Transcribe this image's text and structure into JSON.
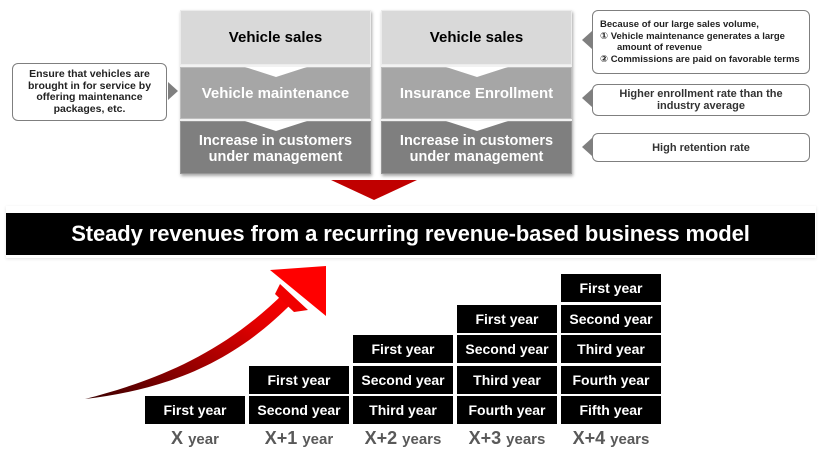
{
  "flow": {
    "columns": [
      {
        "top": "Vehicle sales",
        "middle": "Vehicle maintenance",
        "bottom_line1": "Increase in customers",
        "bottom_line2": "under management"
      },
      {
        "top": "Vehicle sales",
        "middle": "Insurance Enrollment",
        "bottom_line1": "Increase in customers",
        "bottom_line2": "under management"
      }
    ]
  },
  "callouts": {
    "left": {
      "lines": [
        "Ensure that vehicles are",
        "brought in for service by",
        "offering maintenance",
        "packages, etc."
      ]
    },
    "right_top": {
      "intro": "Because of our large sales volume,",
      "item1_mark": "①",
      "item1_line1": "Vehicle maintenance generates a large",
      "item1_line2": "amount of revenue",
      "item2_mark": "②",
      "item2": "Commissions are paid on favorable terms"
    },
    "right_middle": {
      "line1": "Higher enrollment rate than the",
      "line2": "industry average"
    },
    "right_bottom": {
      "text": "High retention rate"
    }
  },
  "banner": {
    "text": "Steady revenues from a recurring revenue-based business model"
  },
  "stacks": [
    {
      "label_main": "X",
      "label_unit": "year",
      "blocks": [
        "First year"
      ]
    },
    {
      "label_main": "X+1",
      "label_unit": "year",
      "blocks": [
        "Second year",
        "First year"
      ]
    },
    {
      "label_main": "X+2",
      "label_unit": "years",
      "blocks": [
        "Third year",
        "Second year",
        "First year"
      ]
    },
    {
      "label_main": "X+3",
      "label_unit": "years",
      "blocks": [
        "Fourth year",
        "Third year",
        "Second year",
        "First year"
      ]
    },
    {
      "label_main": "X+4",
      "label_unit": "years",
      "blocks": [
        "Fifth year",
        "Fourth year",
        "Third year",
        "Second year",
        "First year"
      ]
    }
  ],
  "colors": {
    "accent_red": "#c00000",
    "arrow_red": "#ff0000",
    "block_black": "#000000",
    "light_gray": "#d9d9d9",
    "mid_gray": "#a6a6a6",
    "dark_gray": "#7f7f7f"
  },
  "icons": {
    "down_arrow": "down-triangle-icon",
    "growth_arrow": "curved-up-arrow-icon"
  }
}
